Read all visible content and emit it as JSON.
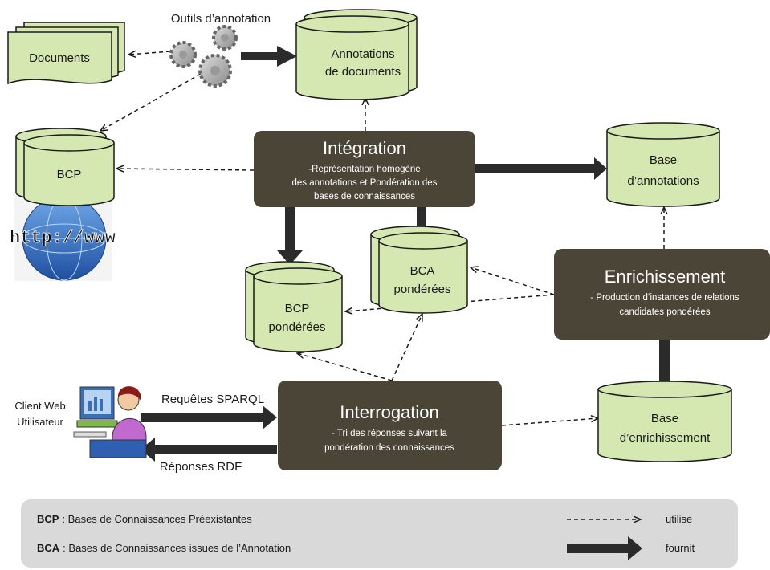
{
  "tools_label": "Outils d’annotation",
  "documents": "Documents",
  "annotations_docs": [
    "Annotations",
    "de documents"
  ],
  "bcp": "BCP",
  "bcp_weighted": [
    "BCP",
    "pondérées"
  ],
  "bca_weighted": [
    "BCA",
    "pondérées"
  ],
  "base_annotations": [
    "Base",
    "d’annotations"
  ],
  "base_enrichment": [
    "Base",
    "d’enrichissement"
  ],
  "web_text": "http://www",
  "integration": {
    "title": "Intégration",
    "lines": [
      "-Représentation homogène",
      "des annotations et Pondération des",
      "bases de connaissances"
    ]
  },
  "enrichment": {
    "title": "Enrichissement",
    "lines": [
      "- Production d’instances de relations",
      "candidates pondérées"
    ]
  },
  "interrogation": {
    "title": "Interrogation",
    "lines": [
      "- Tri des réponses suivant la",
      "pondération des connaissances"
    ]
  },
  "client": [
    "Client Web",
    "Utilisateur"
  ],
  "requests": "Requêtes SPARQL",
  "responses": "Réponses RDF",
  "legend": {
    "bcp_abbr": "BCP",
    "bcp_def": ": Bases de Connaissances Préexistantes",
    "bca_abbr": "BCA",
    "bca_def": ": Bases de Connaissances issues de l’Annotation",
    "uses": "utilise",
    "provides": "fournit"
  },
  "colors": {
    "box": "#4a4536",
    "db_fill": "#d6e8b2",
    "legend_bg": "#d9d9d9"
  }
}
